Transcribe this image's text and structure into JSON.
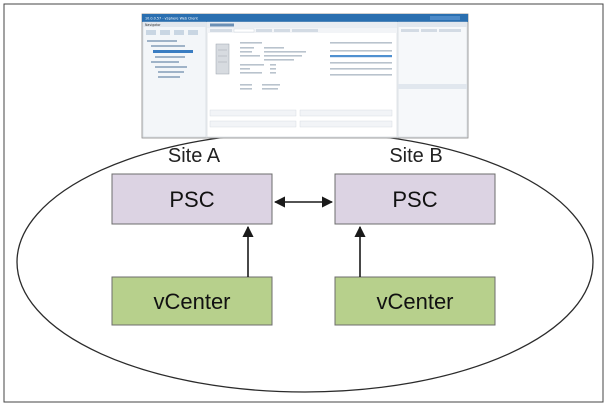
{
  "screenshot": {
    "window_title": "10.0.0.57 - vSphere Web Client",
    "navigator_label": "Navigator"
  },
  "diagram": {
    "site_a_label": "Site A",
    "site_b_label": "Site B",
    "psc_a_label": "PSC",
    "psc_b_label": "PSC",
    "vcenter_a_label": "vCenter",
    "vcenter_b_label": "vCenter",
    "colors": {
      "psc_fill": "#dcd3e3",
      "vcenter_fill": "#b7d08c",
      "box_stroke": "#6d6d6d",
      "ellipse_stroke": "#2b2b2b",
      "arrow": "#1a1a1a",
      "vsphere_blue": "#2a6fb0"
    }
  }
}
